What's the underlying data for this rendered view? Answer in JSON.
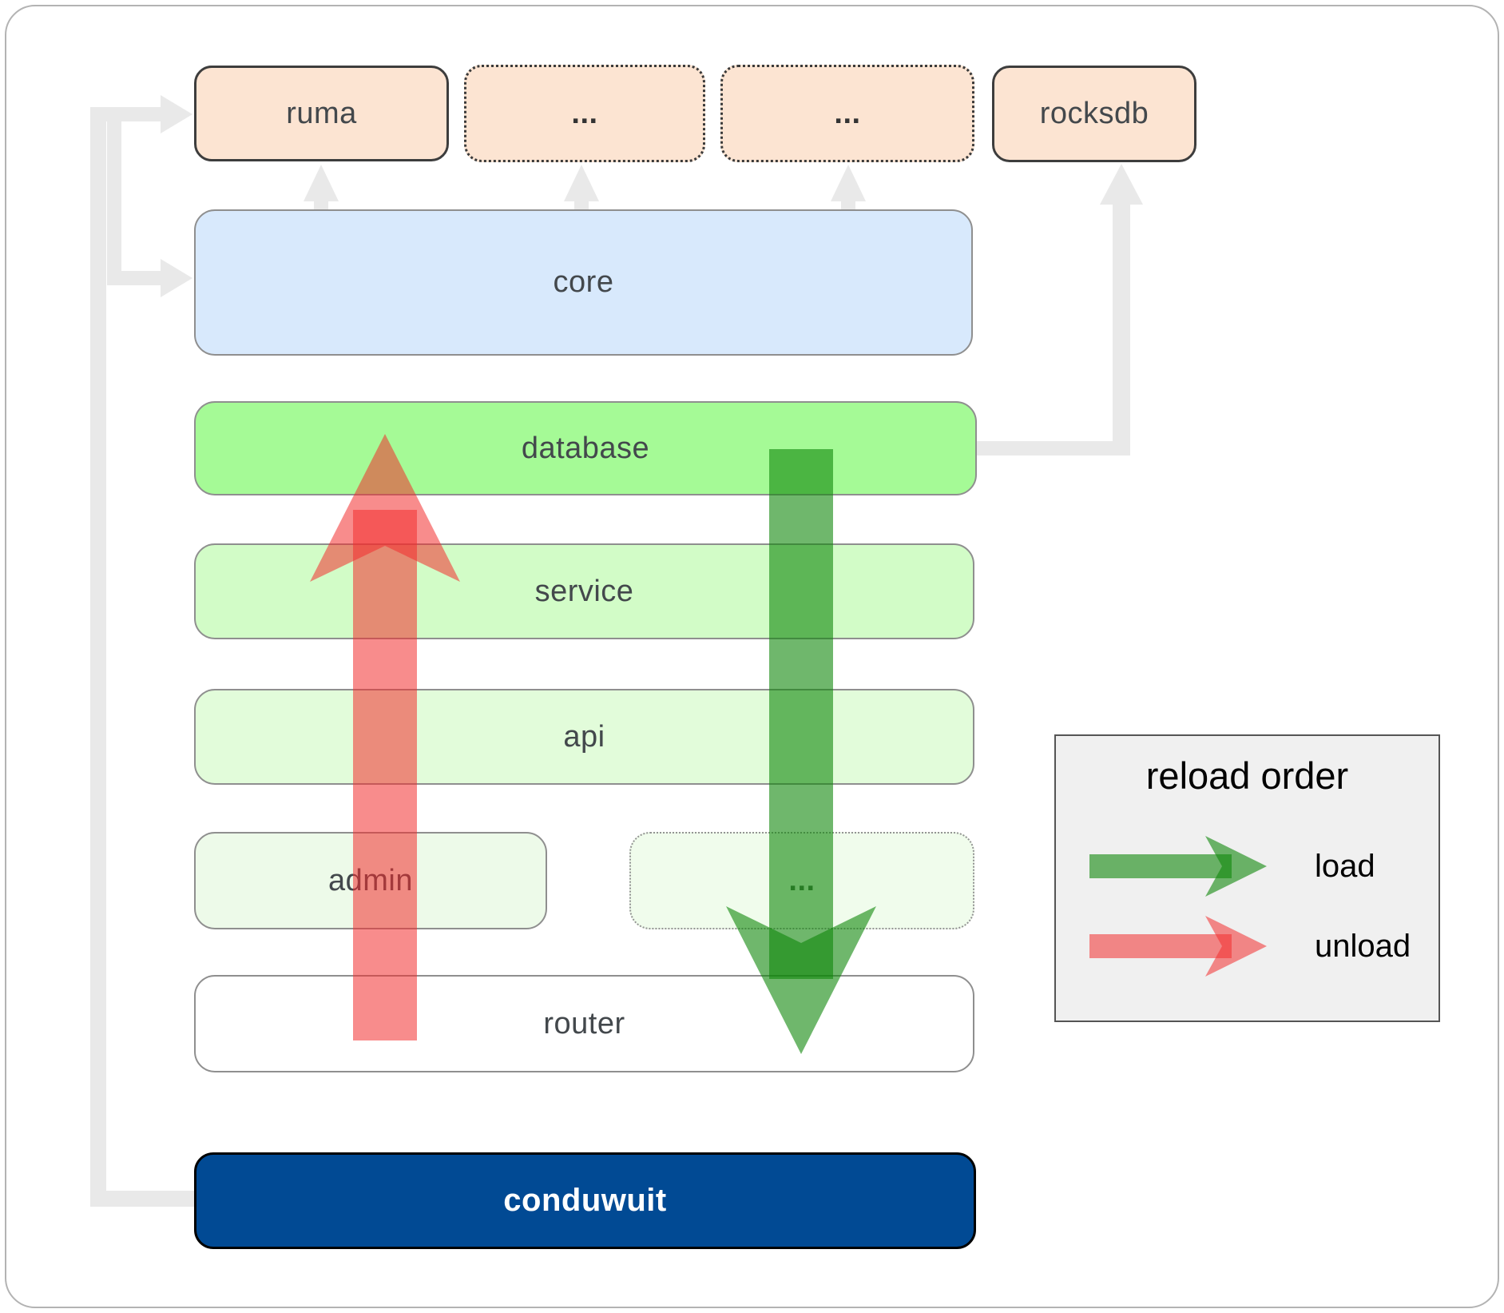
{
  "boxes": {
    "ruma": "ruma",
    "crates_more_1": "...",
    "crates_more_2": "...",
    "rocksdb": "rocksdb",
    "core": "core",
    "database": "database",
    "service": "service",
    "api": "api",
    "admin": "admin",
    "services_more": "...",
    "router": "router",
    "conduwuit": "conduwuit"
  },
  "legend": {
    "title": "reload order",
    "load_label": "load",
    "unload_label": "unload"
  },
  "colors": {
    "load_arrow": "#0f870a",
    "unload_arrow": "#f32d2d",
    "connector": "#e9e9e9",
    "conduwuit_bg": "#014a94",
    "database_bg": "#a5fa96",
    "core_bg": "#d8e9fc",
    "crate_bg": "#fce4d2",
    "legend_bg": "#f0f0f0"
  }
}
